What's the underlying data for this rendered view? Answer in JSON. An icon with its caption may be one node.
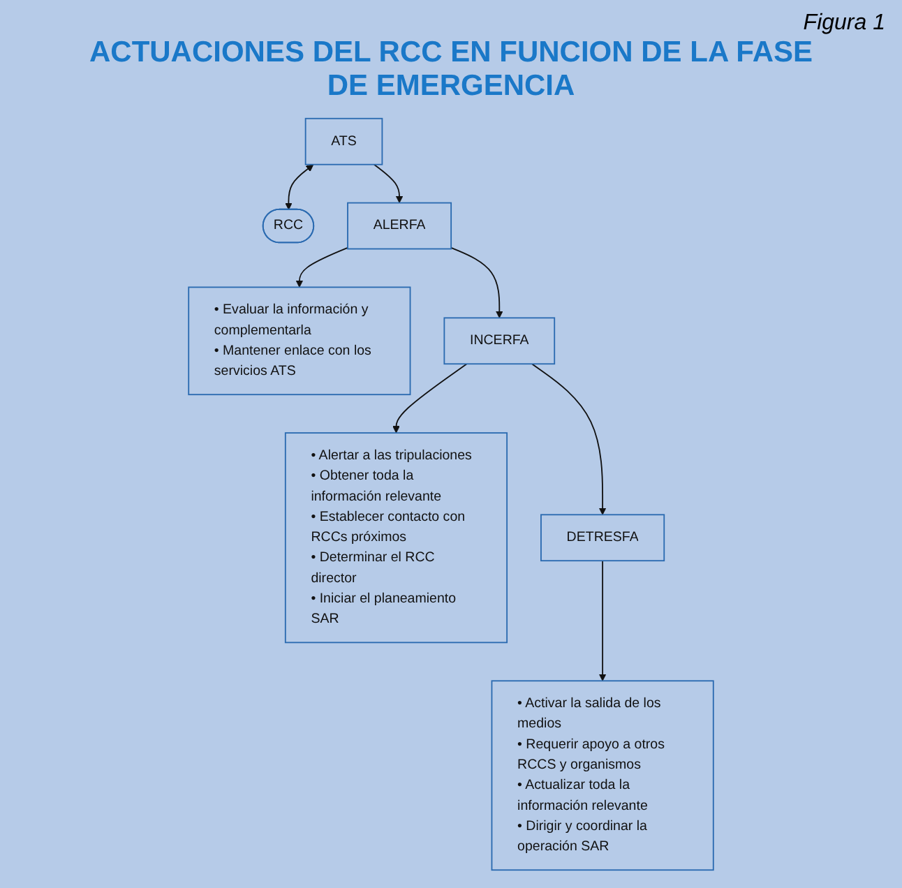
{
  "diagram": {
    "title": "ACTUACIONES DEL RCC EN FUNCION DE LA FASE DE EMERGENCIA",
    "nodes": [
      {
        "text": [
          "ATS"
        ]
      },
      {
        "text": [
          "RCC"
        ]
      },
      {
        "text": [
          "ALERFA"
        ]
      },
      {
        "text": [
          "• Evaluar la información y complementarla",
          "• Mantener enlace con los servicios ATS"
        ]
      },
      {
        "text": [
          "INCERFA"
        ]
      },
      {
        "text": [
          "• Alertar a las tripulaciones",
          "• Obtener toda la información relevante",
          "• Establecer contacto con RCCs próximos",
          "• Determinar el RCC director",
          "• Iniciar el planeamiento SAR"
        ]
      },
      {
        "text": [
          "DETRESFA"
        ]
      },
      {
        "text": [
          "• Activar la salida de los medios",
          "• Requerir apoyo a otros RCCS y organismos",
          "• Actualizar toda la información relevante",
          "• Dirigir y coordinar la operación SAR"
        ]
      }
    ],
    "edges": [
      {
        "from": 0,
        "to": 1,
        "arrow": "both"
      },
      {
        "from": 0,
        "to": 2,
        "arrow": "to"
      },
      {
        "from": 2,
        "to": 3,
        "arrow": "to"
      },
      {
        "from": 2,
        "to": 4,
        "arrow": "to"
      },
      {
        "from": 4,
        "to": 5,
        "arrow": "to"
      },
      {
        "from": 4,
        "to": 6,
        "arrow": "to"
      },
      {
        "from": 6,
        "to": 7,
        "arrow": "to"
      }
    ],
    "labels": [
      "Figura 1"
    ]
  }
}
